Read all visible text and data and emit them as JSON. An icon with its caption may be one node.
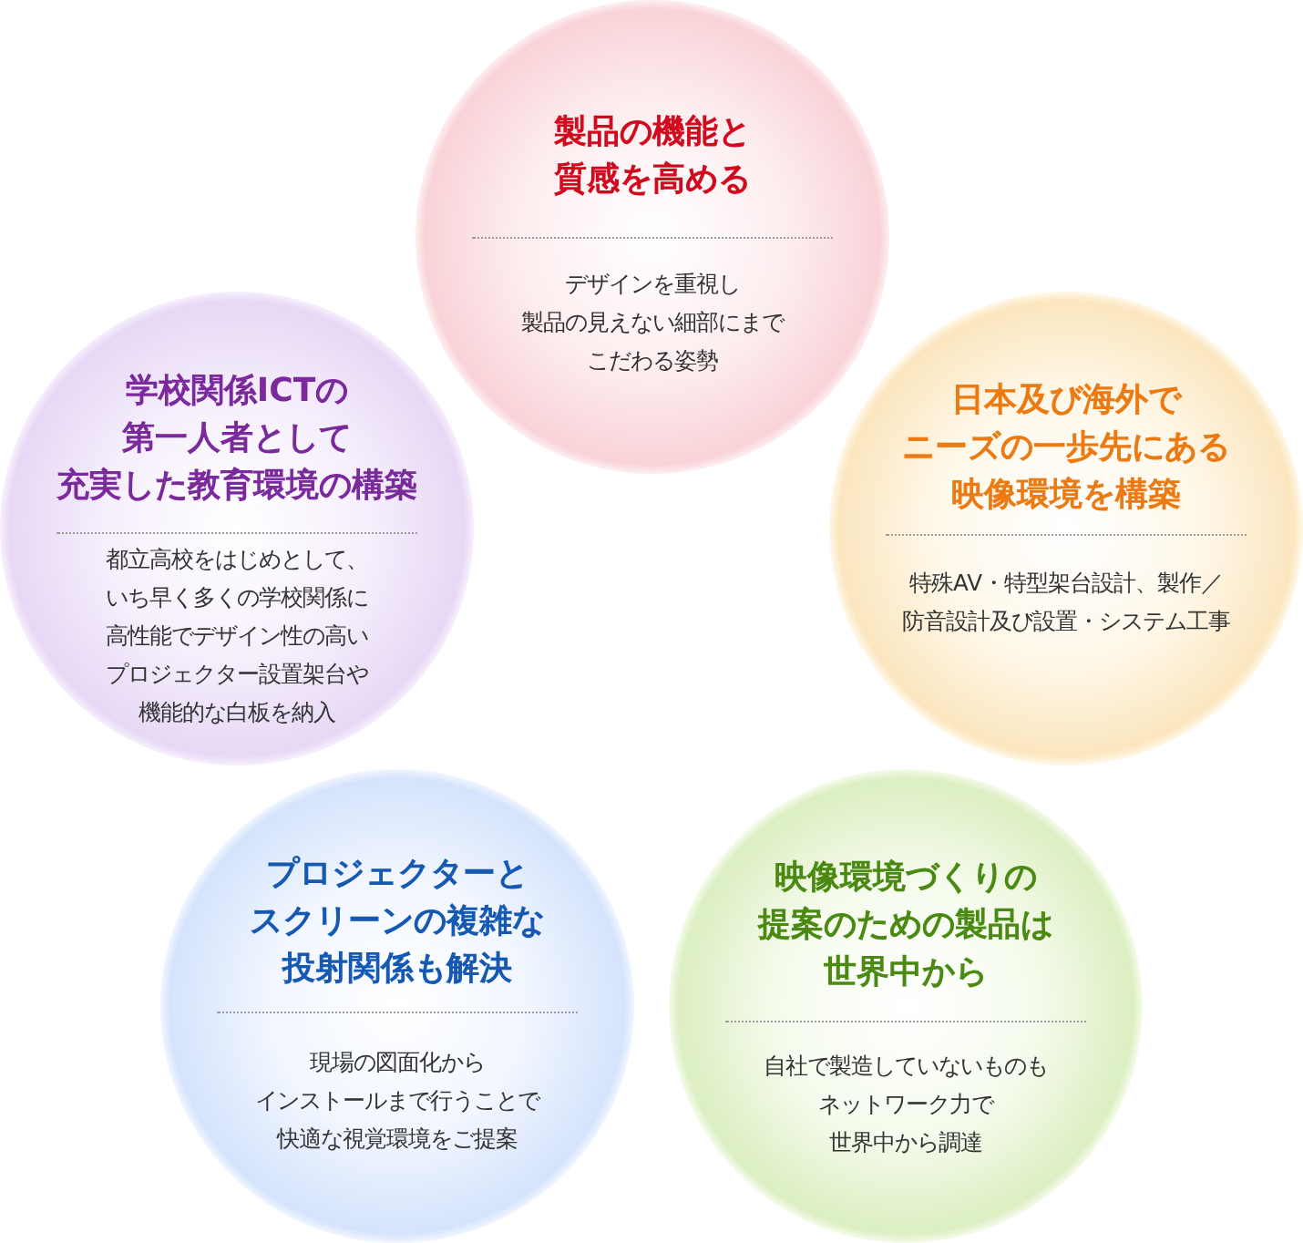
{
  "diagram": {
    "nodes": [
      {
        "text": [
          "製品の機能と質感を高める",
          "デザインを重視し製品の見えない細部にまでこだわる姿勢"
        ]
      },
      {
        "text": [
          "学校関係ICTの第一人者として充実した教育環境の構築",
          "都立高校をはじめとして、いち早く多くの学校関係に高性能でデザイン性の高いプロジェクター設置架台や機能的な白板を納入"
        ]
      },
      {
        "text": [
          "日本及び海外でニーズの一歩先にある映像環境を構築",
          "特殊AV・特型架台設計、製作／防音設計及び設置・システム工事"
        ]
      },
      {
        "text": [
          "プロジェクターとスクリーンの複雑な投射関係も解決",
          "現場の図面化からインストールまで行うことで快適な視覚環境をご提案"
        ]
      },
      {
        "text": [
          "映像環境づくりの提案のための製品は世界中から",
          "自社で製造していないものもネットワーク力で世界中から調達"
        ]
      }
    ]
  }
}
